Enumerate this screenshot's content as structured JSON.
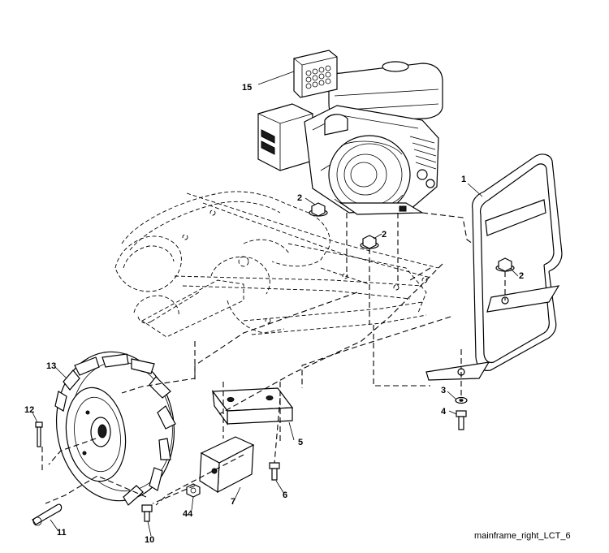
{
  "diagram": {
    "caption": "mainframe_right_LCT_6",
    "callouts": [
      {
        "id": "c15",
        "label": "15"
      },
      {
        "id": "c1",
        "label": "1"
      },
      {
        "id": "c2a",
        "label": "2"
      },
      {
        "id": "c2b",
        "label": "2"
      },
      {
        "id": "c2c",
        "label": "2"
      },
      {
        "id": "c13",
        "label": "13"
      },
      {
        "id": "c12",
        "label": "12"
      },
      {
        "id": "c3",
        "label": "3"
      },
      {
        "id": "c4",
        "label": "4"
      },
      {
        "id": "c5",
        "label": "5"
      },
      {
        "id": "c6",
        "label": "6"
      },
      {
        "id": "c7",
        "label": "7"
      },
      {
        "id": "c44",
        "label": "44"
      },
      {
        "id": "c10",
        "label": "10"
      },
      {
        "id": "c11",
        "label": "11"
      }
    ]
  }
}
